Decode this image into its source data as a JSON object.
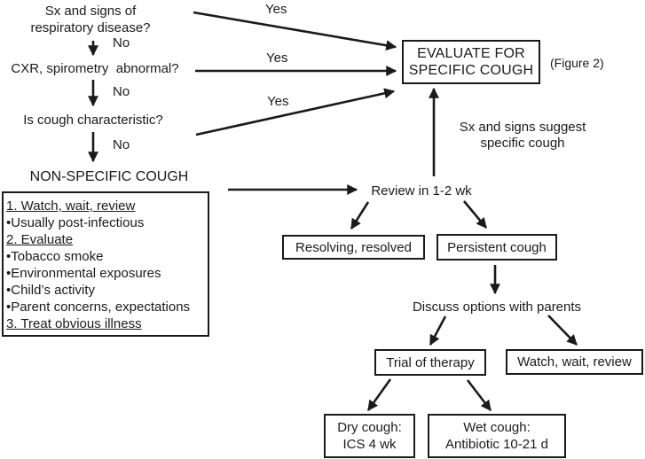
{
  "figure": {
    "background": "#ffffff",
    "ink": "#1a1a1a"
  },
  "questions": {
    "q1": "Sx and signs of\nrespiratory disease?",
    "q2": "CXR, spirometry  abnormal?",
    "q3": "Is cough characteristic?"
  },
  "branch_labels": {
    "yes1": "Yes",
    "yes2": "Yes",
    "yes3": "Yes",
    "no1": "No",
    "no2": "No",
    "no3": "No"
  },
  "evaluate": {
    "box": "EVALUATE FOR\nSPECIFIC COUGH",
    "figure_ref": "(Figure 2)",
    "suggest_note": "Sx and signs suggest\nspecific cough"
  },
  "nonspecific": {
    "title": "NON-SPECIFIC COUGH",
    "lines": [
      "1. Watch, wait, review",
      "•Usually post-infectious",
      "2. Evaluate",
      "•Tobacco smoke",
      "•Environmental exposures",
      "•Child’s activity",
      "•Parent concerns, expectations",
      "3. Treat obvious illness"
    ]
  },
  "followup": {
    "review": "Review in 1-2 wk",
    "resolving": "Resolving, resolved",
    "persistent": "Persistent cough",
    "discuss": "Discuss options with parents",
    "trial": "Trial of therapy",
    "watch": "Watch, wait, review",
    "dry": "Dry cough:\nICS 4 wk",
    "wet": "Wet cough:\nAntibiotic 10-21 d"
  }
}
